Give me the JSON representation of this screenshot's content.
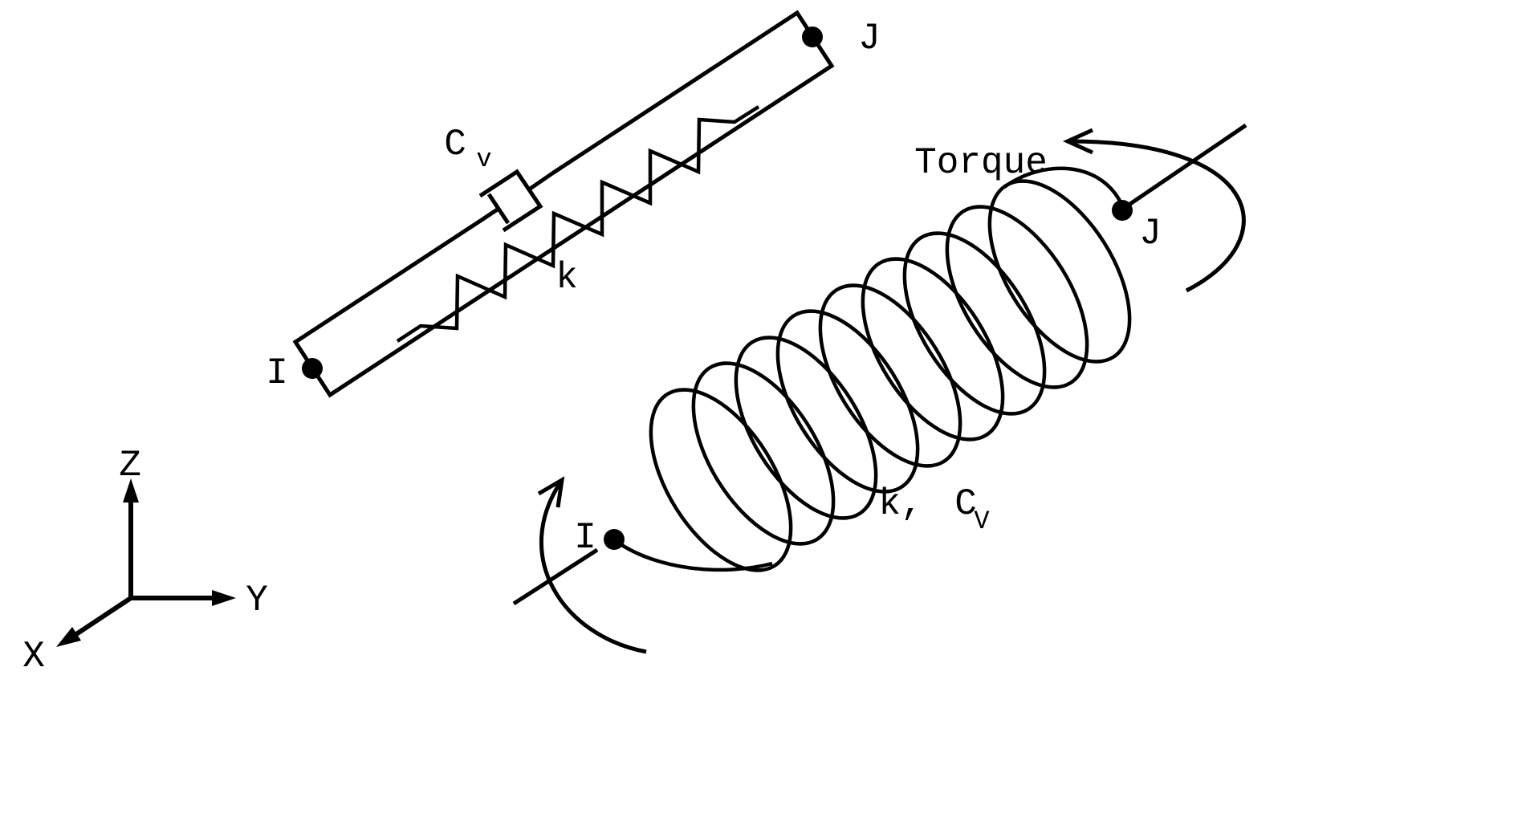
{
  "linear_element": {
    "node_i": "I",
    "node_j": "J",
    "damper": "C",
    "damper_sub": "v",
    "spring": "k"
  },
  "torsional_element": {
    "node_i": "I",
    "node_j": "J",
    "torque": "Torque",
    "spring_part": "k,",
    "damper_part": "C",
    "damper_sub": "V"
  },
  "triad": {
    "x": "X",
    "y": "Y",
    "z": "Z"
  },
  "colors": {
    "ink": "#000000",
    "background": "#ffffff"
  }
}
